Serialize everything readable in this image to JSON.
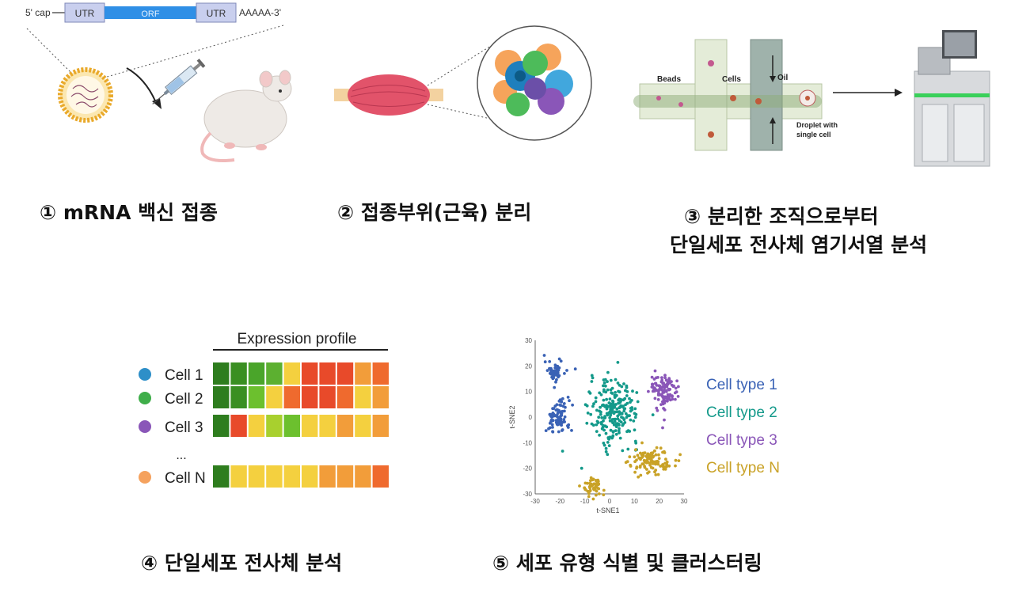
{
  "step1": {
    "caption": "① mRNA 백신 접종",
    "mrna": {
      "cap": "5' cap",
      "utr5": "UTR",
      "orf": "ORF",
      "utr3": "UTR",
      "tail": "AAAAA-3'"
    }
  },
  "step2": {
    "caption": "② 접종부위(근육) 분리"
  },
  "step3": {
    "caption_line1": "③ 분리한 조직으로부터",
    "caption_line2": "단일세포 전사체 염기서열 분석",
    "labels": {
      "beads": "Beads",
      "cells": "Cells",
      "oil": "Oil",
      "droplet_line1": "Droplet with",
      "droplet_line2": "single cell"
    }
  },
  "step4": {
    "caption": "④ 단일세포 전사체 분석",
    "header": "Expression profile",
    "ellipsis": "...",
    "rows": [
      {
        "label": "Cell 1",
        "dot": "#2e8fc8",
        "cells": [
          "#2e7d1e",
          "#3a8f22",
          "#4aa52a",
          "#5cb030",
          "#f4d03f",
          "#e84a2a",
          "#e84a2a",
          "#e84a2a",
          "#f29d3a",
          "#ef6a2e"
        ]
      },
      {
        "label": "Cell 2",
        "dot": "#3fae4a",
        "cells": [
          "#2e7d1e",
          "#3a8f22",
          "#6cc02e",
          "#f4d03f",
          "#ef6a2e",
          "#e84a2a",
          "#e84a2a",
          "#ef6a2e",
          "#f4d03f",
          "#f29d3a"
        ]
      },
      {
        "label": "Cell 3",
        "dot": "#8a56b8",
        "cells": [
          "#2e7d1e",
          "#e84a2a",
          "#f4d03f",
          "#a8d02e",
          "#6cc02e",
          "#f4d03f",
          "#f4d03f",
          "#f29d3a",
          "#f4d03f",
          "#f29d3a"
        ]
      },
      {
        "label": "Cell N",
        "dot": "#f5a25e",
        "cells": [
          "#2e7d1e",
          "#f4d03f",
          "#f4d03f",
          "#f4d03f",
          "#f4d03f",
          "#f4d03f",
          "#f29d3a",
          "#f29d3a",
          "#f29d3a",
          "#ef6a2e"
        ]
      }
    ]
  },
  "step5": {
    "caption": "⑤ 세포 유형 식별 및 클러스터링",
    "legend": [
      {
        "label": "Cell type 1",
        "color": "#3a62b5"
      },
      {
        "label": "Cell type 2",
        "color": "#13998a"
      },
      {
        "label": "Cell type 3",
        "color": "#8a56b8"
      },
      {
        "label": "Cell type N",
        "color": "#c9a227"
      }
    ]
  },
  "chart_data": {
    "type": "scatter",
    "xlabel": "t-SNE1",
    "ylabel": "t-SNE2",
    "xlim": [
      -30,
      30
    ],
    "ylim": [
      -30,
      30
    ],
    "xticks": [
      -30,
      -20,
      -10,
      0,
      10,
      20,
      30
    ],
    "yticks": [
      30,
      20,
      10,
      0,
      -10,
      -20,
      -30
    ],
    "series": [
      {
        "name": "Cell type 1",
        "color": "#3a62b5",
        "clusters": [
          {
            "cx": -22,
            "cy": 18,
            "sx": 3,
            "sy": 3,
            "n": 45
          },
          {
            "cx": -21,
            "cy": 0,
            "sx": 3.5,
            "sy": 5,
            "n": 95
          }
        ]
      },
      {
        "name": "Cell type 2",
        "color": "#13998a",
        "clusters": [
          {
            "cx": 2,
            "cy": 2,
            "sx": 7,
            "sy": 9,
            "n": 230
          }
        ]
      },
      {
        "name": "Cell type 3",
        "color": "#8a56b8",
        "clusters": [
          {
            "cx": 22,
            "cy": 10,
            "sx": 4,
            "sy": 5,
            "n": 120
          }
        ]
      },
      {
        "name": "Cell type N",
        "color": "#c9a227",
        "clusters": [
          {
            "cx": -7,
            "cy": -27,
            "sx": 3,
            "sy": 3,
            "n": 55
          },
          {
            "cx": 17,
            "cy": -17,
            "sx": 6,
            "sy": 3.5,
            "n": 110
          }
        ]
      }
    ]
  }
}
